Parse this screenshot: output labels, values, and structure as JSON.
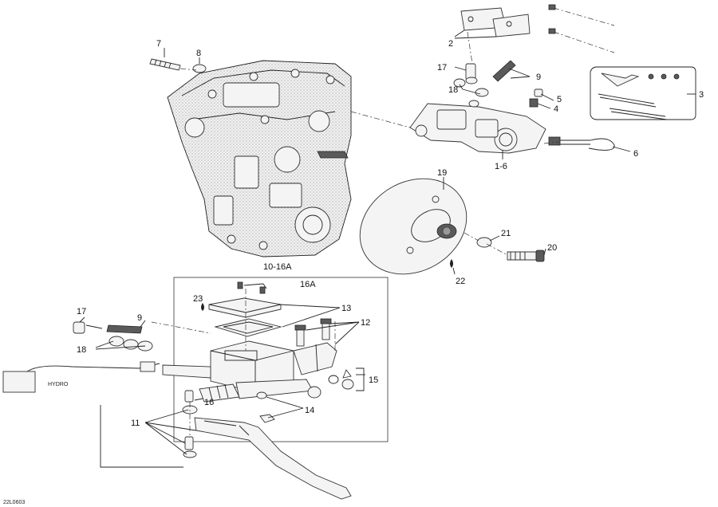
{
  "callouts": {
    "c1_6": "1-6",
    "c2": "2",
    "c3": "3",
    "c4": "4",
    "c5": "5",
    "c6": "6",
    "c7": "7",
    "c8": "8",
    "c9_top": "9",
    "c17_top": "17",
    "c18_top": "18",
    "c19": "19",
    "c20": "20",
    "c21": "21",
    "c22": "22",
    "c10_16A": "10-16A",
    "c16A": "16A",
    "c23": "23",
    "c13": "13",
    "c12": "12",
    "c15": "15",
    "c14": "14",
    "c16": "16",
    "c11": "11",
    "c17_bot": "17",
    "c9_bot": "9",
    "c18_bot": "18"
  },
  "drawing_code": "22L0603",
  "wire_tag": "HYDRO"
}
